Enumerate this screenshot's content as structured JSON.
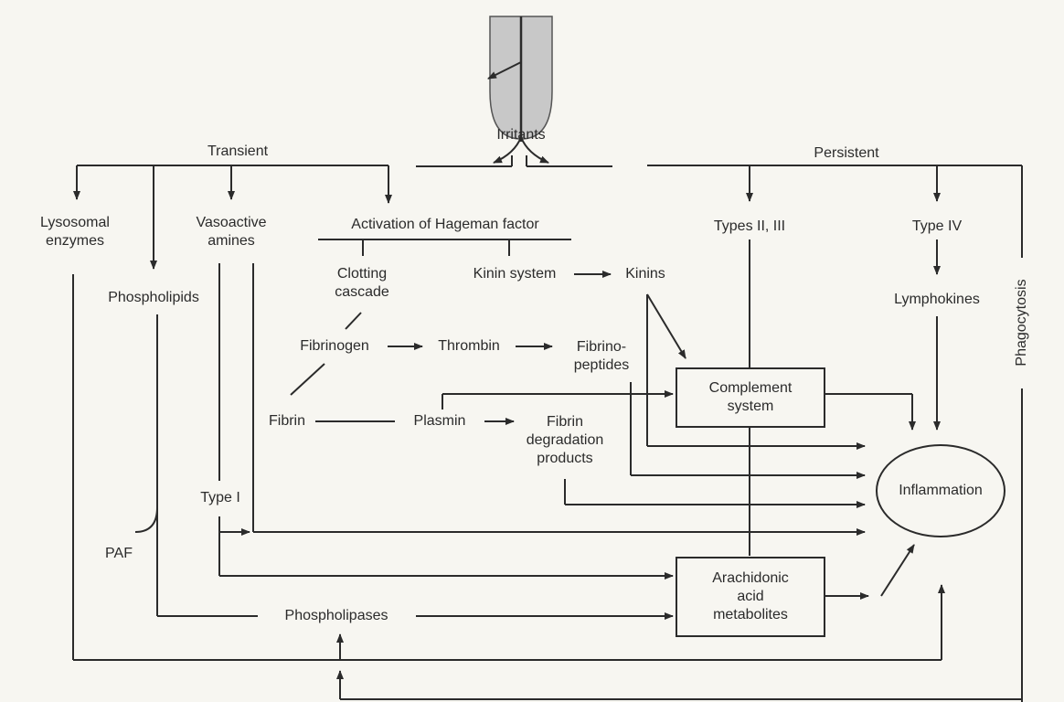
{
  "labels": {
    "irritants": "Irritants",
    "transient": "Transient",
    "persistent": "Persistent",
    "lysosomal_enzymes": "Lysosomal\nenzymes",
    "vasoactive_amines": "Vasoactive\namines",
    "hageman": "Activation of Hageman factor",
    "types_ii_iii": "Types II, III",
    "type_iv": "Type IV",
    "phagocytosis": "Phagocytosis",
    "phospholipids": "Phospholipids",
    "clotting_cascade": "Clotting\ncascade",
    "kinin_system": "Kinin system",
    "kinins": "Kinins",
    "lymphokines": "Lymphokines",
    "fibrinogen": "Fibrinogen",
    "thrombin": "Thrombin",
    "fibrinopeptides": "Fibrino-\npeptides",
    "complement_system": "Complement\nsystem",
    "fibrin": "Fibrin",
    "plasmin": "Plasmin",
    "fibrin_degradation": "Fibrin\ndegradation\nproducts",
    "inflammation": "Inflammation",
    "type_i": "Type I",
    "paf": "PAF",
    "arachidonic": "Arachidonic\nacid\nmetabolites",
    "phospholipases": "Phospholipases"
  },
  "colors": {
    "ink": "#2b2b2b",
    "paper": "#f7f6f1",
    "tooth_fill": "#c8c8c8"
  }
}
